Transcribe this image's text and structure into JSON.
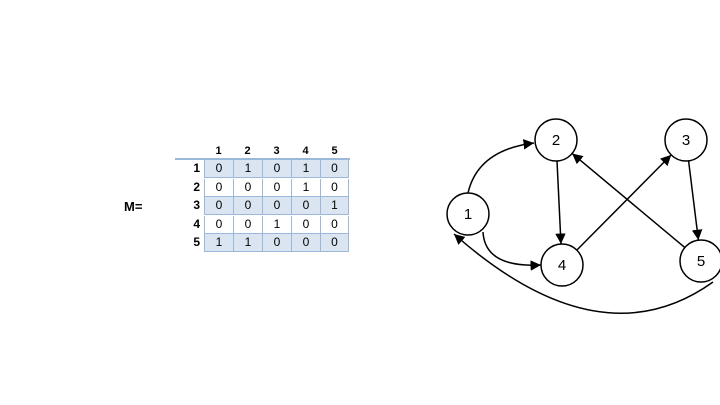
{
  "matrix": {
    "label": "M=",
    "column_headers": [
      "1",
      "2",
      "3",
      "4",
      "5"
    ],
    "row_headers": [
      "1",
      "2",
      "3",
      "4",
      "5"
    ],
    "rows": [
      [
        "0",
        "1",
        "0",
        "1",
        "0"
      ],
      [
        "0",
        "0",
        "0",
        "1",
        "0"
      ],
      [
        "0",
        "0",
        "0",
        "0",
        "1"
      ],
      [
        "0",
        "0",
        "1",
        "0",
        "0"
      ],
      [
        "1",
        "1",
        "0",
        "0",
        "0"
      ]
    ],
    "shaded_rows": [
      1,
      3,
      5
    ],
    "grid_color": "#9bb7d9",
    "shade_color": "#dbe5f1"
  },
  "graph": {
    "nodes": [
      {
        "id": "1",
        "label": "1"
      },
      {
        "id": "2",
        "label": "2"
      },
      {
        "id": "3",
        "label": "3"
      },
      {
        "id": "4",
        "label": "4"
      },
      {
        "id": "5",
        "label": "5"
      }
    ],
    "edges": [
      {
        "from": "1",
        "to": "2"
      },
      {
        "from": "1",
        "to": "4"
      },
      {
        "from": "2",
        "to": "4"
      },
      {
        "from": "3",
        "to": "5"
      },
      {
        "from": "4",
        "to": "3"
      },
      {
        "from": "5",
        "to": "1"
      },
      {
        "from": "5",
        "to": "2"
      }
    ]
  }
}
